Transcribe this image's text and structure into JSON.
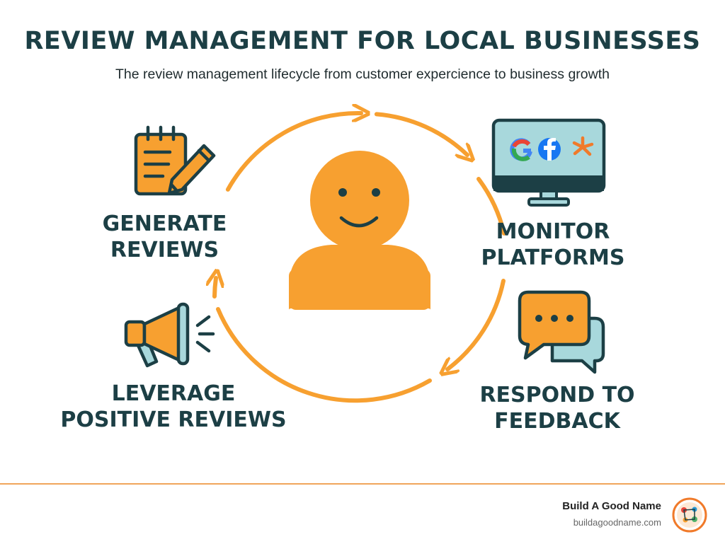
{
  "header": {
    "title": "REVIEW MANAGEMENT FOR LOCAL BUSINESSES",
    "subtitle": "The review management lifecycle from customer expercience to business growth"
  },
  "stages": {
    "generate": {
      "line1": "GENERATE",
      "line2": "REVIEWS",
      "icon": "notepad-pencil-icon"
    },
    "monitor": {
      "line1": "MONITOR",
      "line2": "PLATFORMS",
      "icon": "monitor-icon"
    },
    "respond": {
      "line1": "RESPOND TO",
      "line2": "FEEDBACK",
      "icon": "chat-bubbles-icon"
    },
    "leverage": {
      "line1": "LEVERAGE",
      "line2": "POSITIVE REVIEWS",
      "icon": "megaphone-icon"
    }
  },
  "center": {
    "icon": "smiling-customer-icon"
  },
  "footer": {
    "brand_name": "Build A Good Name",
    "brand_url": "buildagoodname.com"
  },
  "colors": {
    "accent": "#f7a030",
    "dark": "#1c3f45",
    "teal_light": "#a8d8dc"
  }
}
